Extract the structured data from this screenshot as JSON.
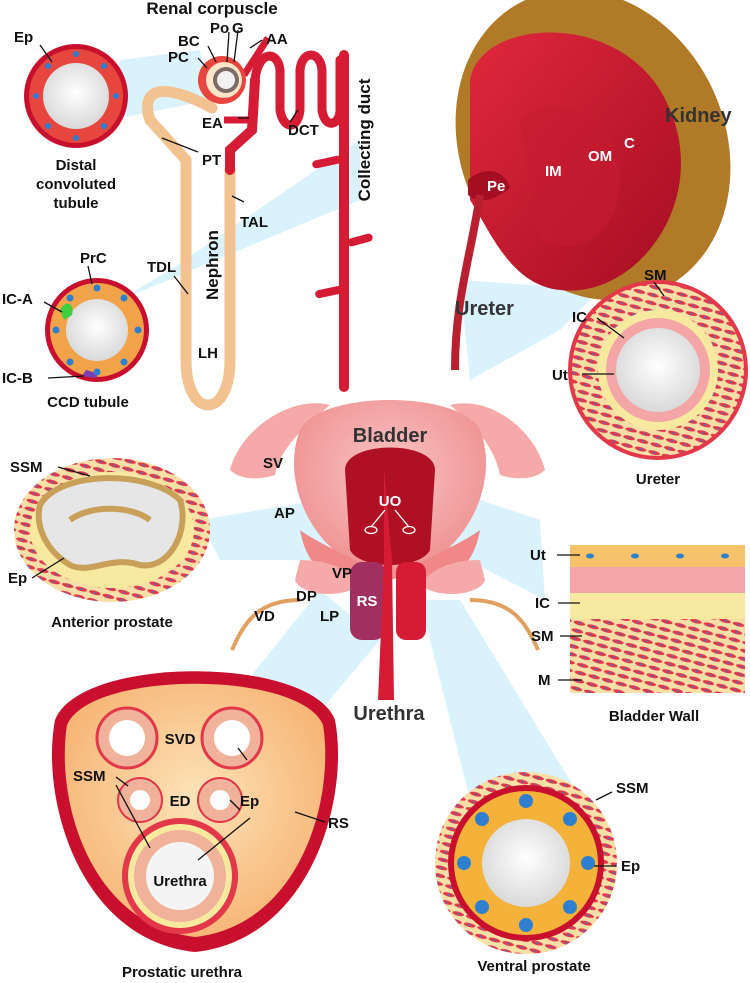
{
  "colors": {
    "tissue_red": "#c8102e",
    "dark_red": "#9e0b1f",
    "pink": "#f4a6a6",
    "tan": "#f2c391",
    "yellow": "#f7e9a0",
    "nucleus_blue": "#2f7fd1",
    "kidney_brown": "#b07a28",
    "beam": "#cdeefb",
    "ic_a": "#3fcf3f",
    "ic_b": "#7a3fb0"
  },
  "labels": {
    "renal_corpuscle": "Renal corpuscle",
    "bc": "BC",
    "po": "Po",
    "g": "G",
    "pc": "PC",
    "aa": "AA",
    "ea": "EA",
    "dct": "DCT",
    "pt": "PT",
    "tal": "TAL",
    "tdl": "TDL",
    "nephron": "Nephron",
    "lh": "LH",
    "collecting_duct": "Collecting duct",
    "kidney": "Kidney",
    "c": "C",
    "om": "OM",
    "im": "IM",
    "pe": "Pe",
    "ureter_main": "Ureter",
    "bladder": "Bladder",
    "uo": "UO",
    "sv": "SV",
    "ap": "AP",
    "vp": "VP",
    "dp": "DP",
    "lp": "LP",
    "vd": "VD",
    "rs": "RS",
    "urethra_main": "Urethra",
    "dct_inset": {
      "ep": "Ep",
      "title": "Distal convoluted tubule"
    },
    "ccd_inset": {
      "prc": "PrC",
      "ic_a": "IC-A",
      "ic_b": "IC-B",
      "title": "CCD tubule"
    },
    "anterior_inset": {
      "ssm": "SSM",
      "ep": "Ep",
      "title": "Anterior prostate"
    },
    "ureter_inset": {
      "sm": "SM",
      "ic": "IC",
      "ut": "Ut",
      "title": "Ureter"
    },
    "bladder_wall": {
      "ut": "Ut",
      "ic": "IC",
      "sm": "SM",
      "m": "M",
      "title": "Bladder Wall"
    },
    "prostatic_urethra": {
      "svd": "SVD",
      "ssm": "SSM",
      "ed": "ED",
      "ep": "Ep",
      "rs": "RS",
      "urethra": "Urethra",
      "title": "Prostatic urethra"
    },
    "ventral_inset": {
      "ssm": "SSM",
      "ep": "Ep",
      "title": "Ventral prostate"
    }
  }
}
